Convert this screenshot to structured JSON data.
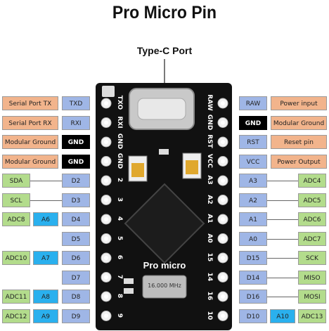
{
  "title": "Pro Micro Pin",
  "port_label": "Type-C Port",
  "board_text": "Pro micro",
  "crystal_text": "16.000 MHz",
  "board_top_left_labels": [
    "TXO",
    "RXI",
    "GND",
    "GND"
  ],
  "board_top_right_labels": [
    "RAW",
    "GND",
    "RST",
    "VCC"
  ],
  "board_left_pins": [
    "2",
    "3",
    "4",
    "5",
    "6",
    "7",
    "8",
    "9"
  ],
  "board_right_pins": [
    "A3",
    "A2",
    "A1",
    "A0",
    "15",
    "14",
    "16",
    "10"
  ],
  "left_rows": [
    {
      "func": "Serial Port TX",
      "pin": "TXD"
    },
    {
      "func": "Serial Port RX",
      "pin": "RXI"
    },
    {
      "func": "Modular Ground",
      "pin": "GND"
    },
    {
      "func": "Modular Ground",
      "pin": "GND"
    },
    {
      "func": "SDA",
      "pin": "D2"
    },
    {
      "func": "SCL",
      "pin": "D3"
    },
    {
      "func": "ADC8",
      "alt": "A6",
      "pin": "D4"
    },
    {
      "func": "",
      "pin": "D5"
    },
    {
      "func": "ADC10",
      "alt": "A7",
      "pin": "D6"
    },
    {
      "func": "",
      "pin": "D7"
    },
    {
      "func": "ADC11",
      "alt": "A8",
      "pin": "D8"
    },
    {
      "func": "ADC12",
      "alt": "A9",
      "pin": "D9"
    }
  ],
  "right_rows": [
    {
      "pin": "RAW",
      "func": "Power input"
    },
    {
      "pin": "GND",
      "func": "Modular Ground"
    },
    {
      "pin": "RST",
      "func": "Reset pin"
    },
    {
      "pin": "VCC",
      "func": "Power Output"
    },
    {
      "pin": "A3",
      "func": "ADC4"
    },
    {
      "pin": "A2",
      "func": "ADC5"
    },
    {
      "pin": "A1",
      "func": "ADC6"
    },
    {
      "pin": "A0",
      "func": "ADC7"
    },
    {
      "pin": "D15",
      "func": "SCK"
    },
    {
      "pin": "D14",
      "func": "MISO"
    },
    {
      "pin": "D16",
      "func": "MOSI"
    },
    {
      "pin": "D10",
      "alt": "A10",
      "func": "ADC13"
    }
  ],
  "colors": {
    "power": "#f2b48c",
    "pin": "#9fb6e6",
    "function": "#b3dc8c",
    "ground": "#000000",
    "analog": "#2ab0ee",
    "board": "#111111"
  }
}
